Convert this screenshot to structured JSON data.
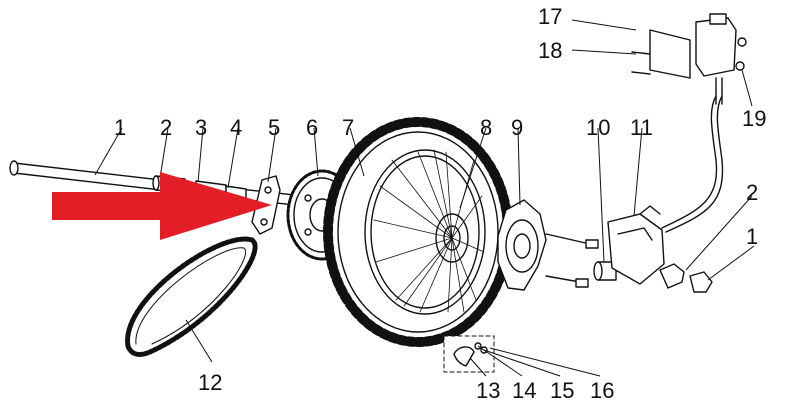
{
  "diagram": {
    "callouts": [
      {
        "id": "1",
        "text": "1"
      },
      {
        "id": "2",
        "text": "2"
      },
      {
        "id": "3",
        "text": "3"
      },
      {
        "id": "4",
        "text": "4"
      },
      {
        "id": "5",
        "text": "5"
      },
      {
        "id": "6",
        "text": "6"
      },
      {
        "id": "7",
        "text": "7"
      },
      {
        "id": "8",
        "text": "8"
      },
      {
        "id": "9",
        "text": "9"
      },
      {
        "id": "10",
        "text": "10"
      },
      {
        "id": "11",
        "text": "11"
      },
      {
        "id": "2b",
        "text": "2"
      },
      {
        "id": "1b",
        "text": "1"
      },
      {
        "id": "12",
        "text": "12"
      },
      {
        "id": "13",
        "text": "13"
      },
      {
        "id": "14",
        "text": "14"
      },
      {
        "id": "15",
        "text": "15"
      },
      {
        "id": "16",
        "text": "16"
      },
      {
        "id": "17",
        "text": "17"
      },
      {
        "id": "18",
        "text": "18"
      },
      {
        "id": "19",
        "text": "19"
      }
    ],
    "colors": {
      "line": "#111111",
      "arrow": "#e41e26",
      "fill": "#ffffff"
    }
  }
}
